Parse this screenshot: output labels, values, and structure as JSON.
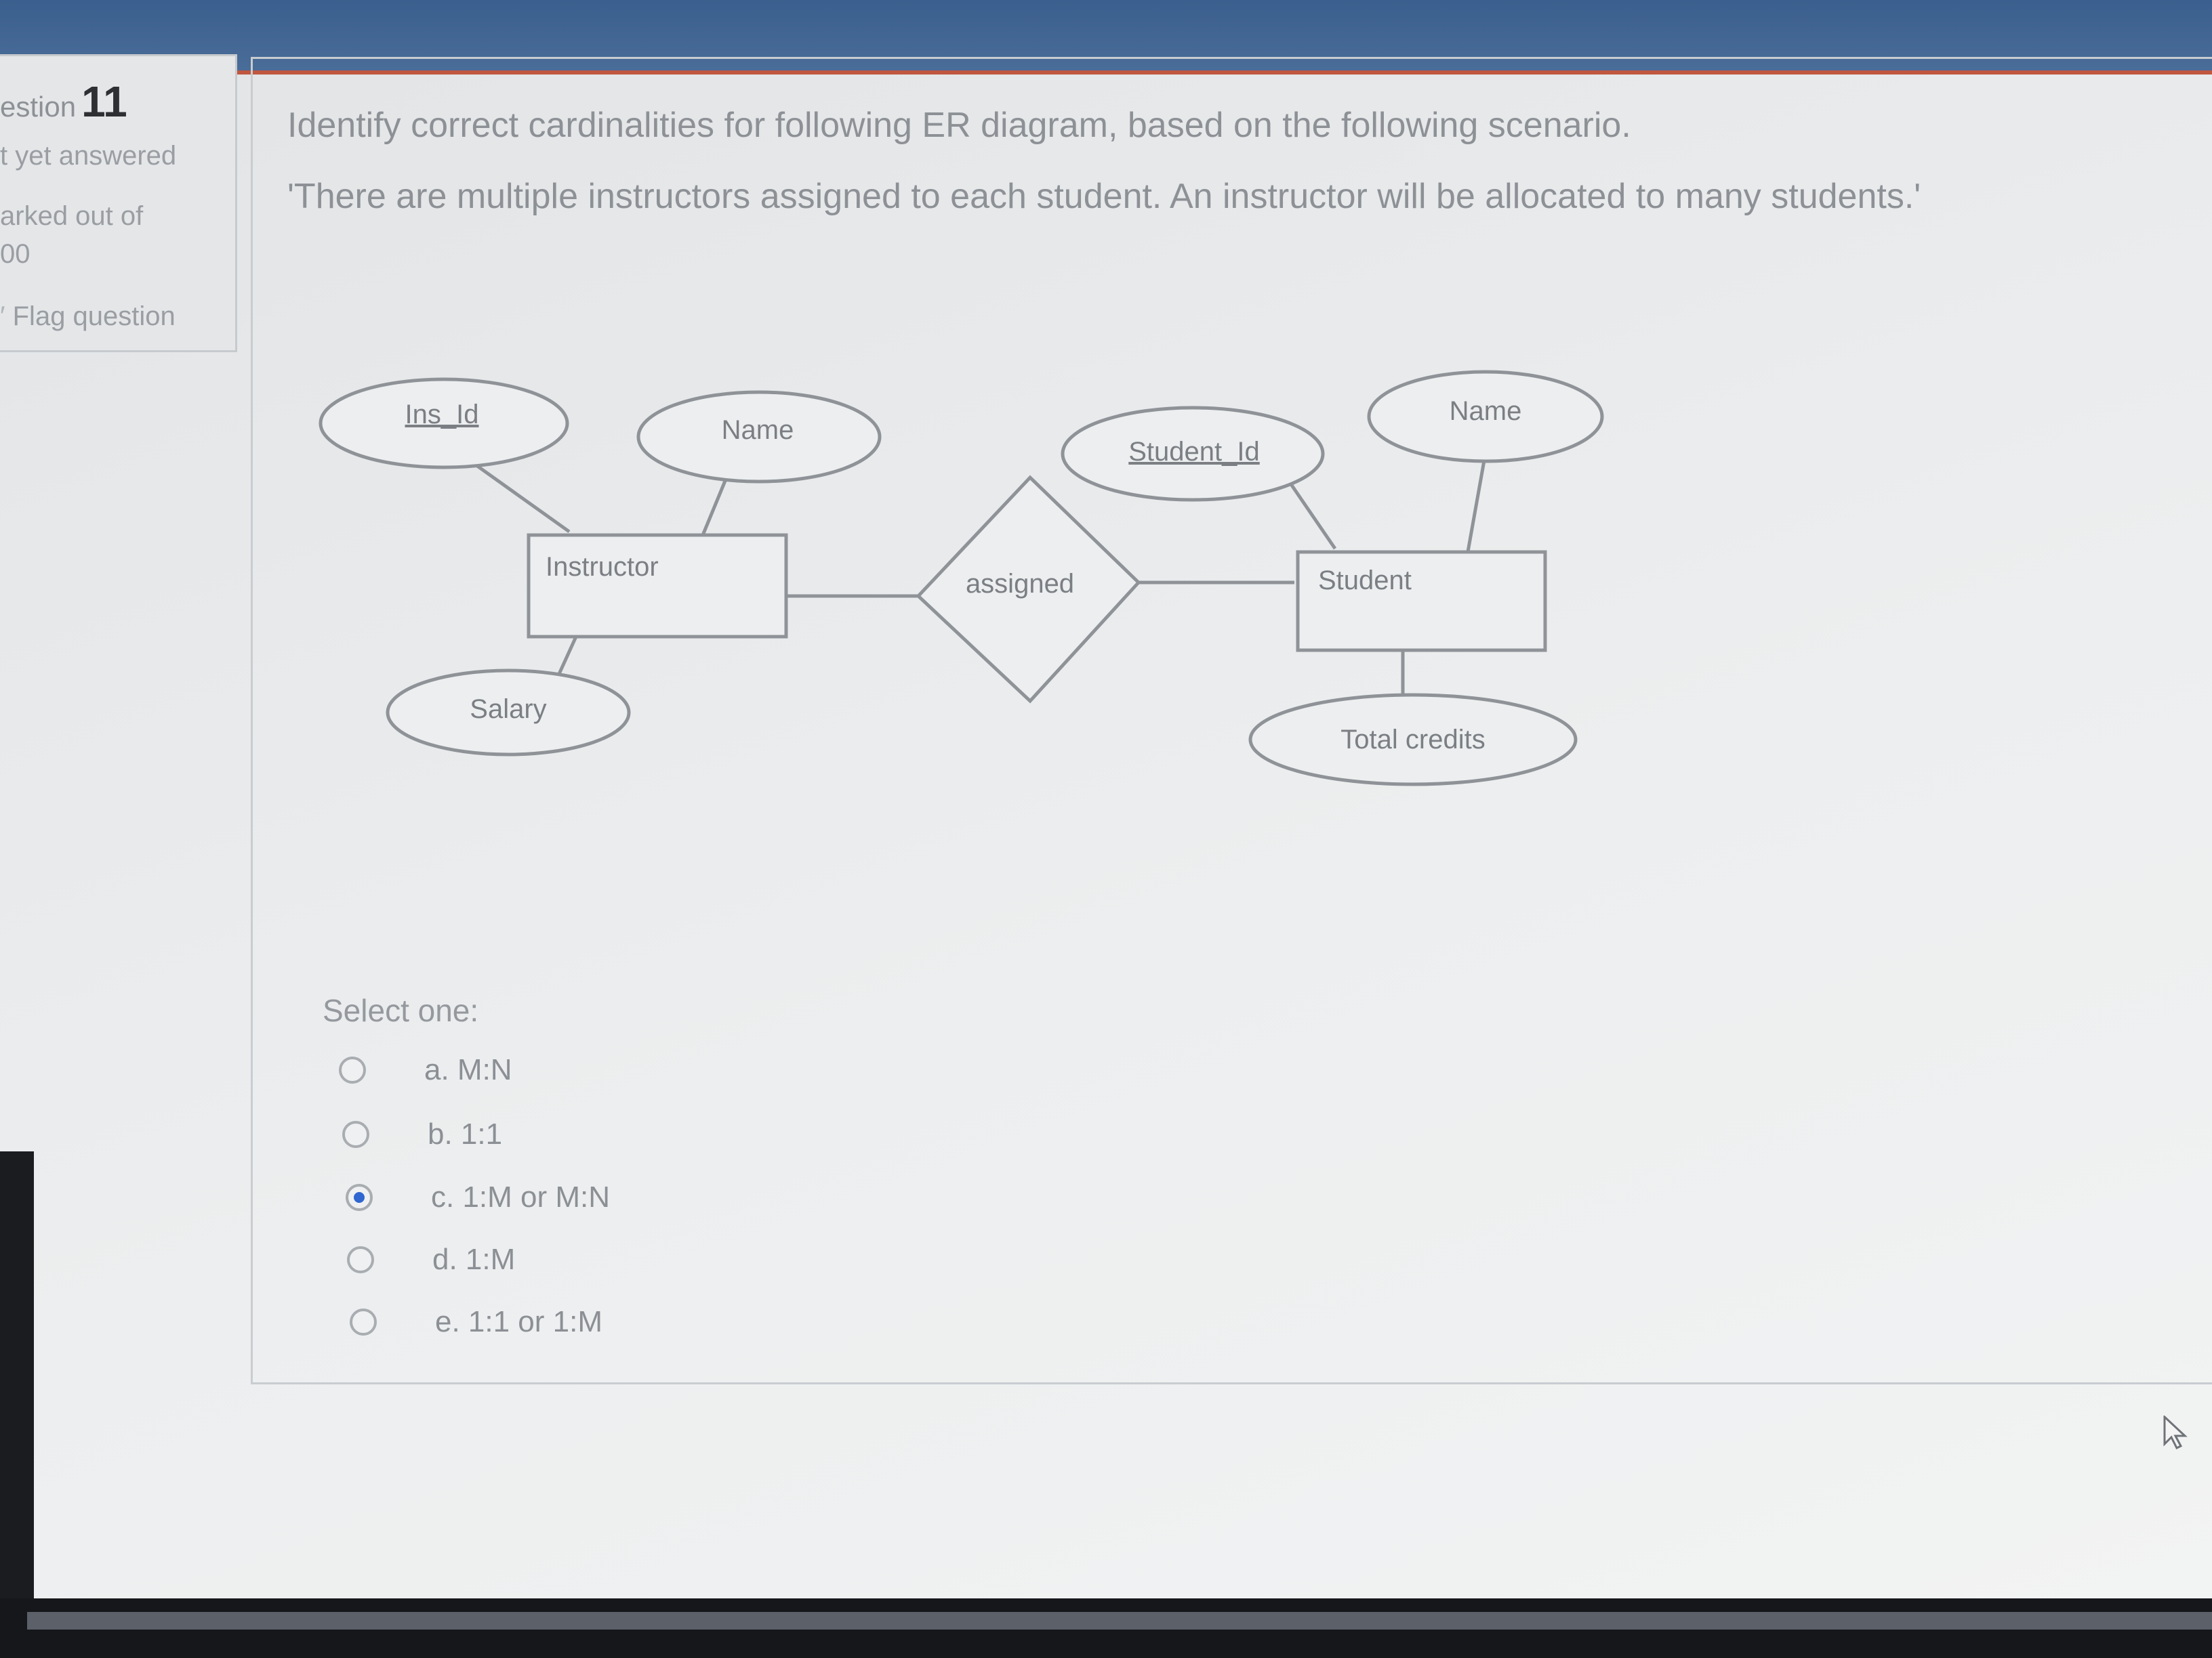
{
  "info": {
    "question_prefix": "estion",
    "question_number": "11",
    "state": "t yet answered",
    "marked_line1": "arked out of",
    "marked_line2": "00",
    "flag": "Flag question"
  },
  "question": {
    "text": "Identify correct cardinalities for following ER diagram, based on the following scenario.",
    "scenario": "'There are multiple instructors assigned to each student. An instructor will be allocated to many students.'"
  },
  "diagram": {
    "entity_left": "Instructor",
    "entity_right": "Student",
    "relationship": "assigned",
    "attr_ins_id": "Ins_Id",
    "attr_ins_name": "Name",
    "attr_salary": "Salary",
    "attr_student_id": "Student_Id",
    "attr_student_name": "Name",
    "attr_total_credits": "Total credits"
  },
  "answers": {
    "prompt": "Select one:",
    "options": [
      {
        "label": "a. M:N",
        "selected": false
      },
      {
        "label": "b. 1:1",
        "selected": false
      },
      {
        "label": "c. 1:M or M:N",
        "selected": true
      },
      {
        "label": "d. 1:M",
        "selected": false
      },
      {
        "label": "e. 1:1 or 1:M",
        "selected": false
      }
    ]
  },
  "colors": {
    "selected_radio": "#2f66d0",
    "header": "#3b5f8e"
  }
}
